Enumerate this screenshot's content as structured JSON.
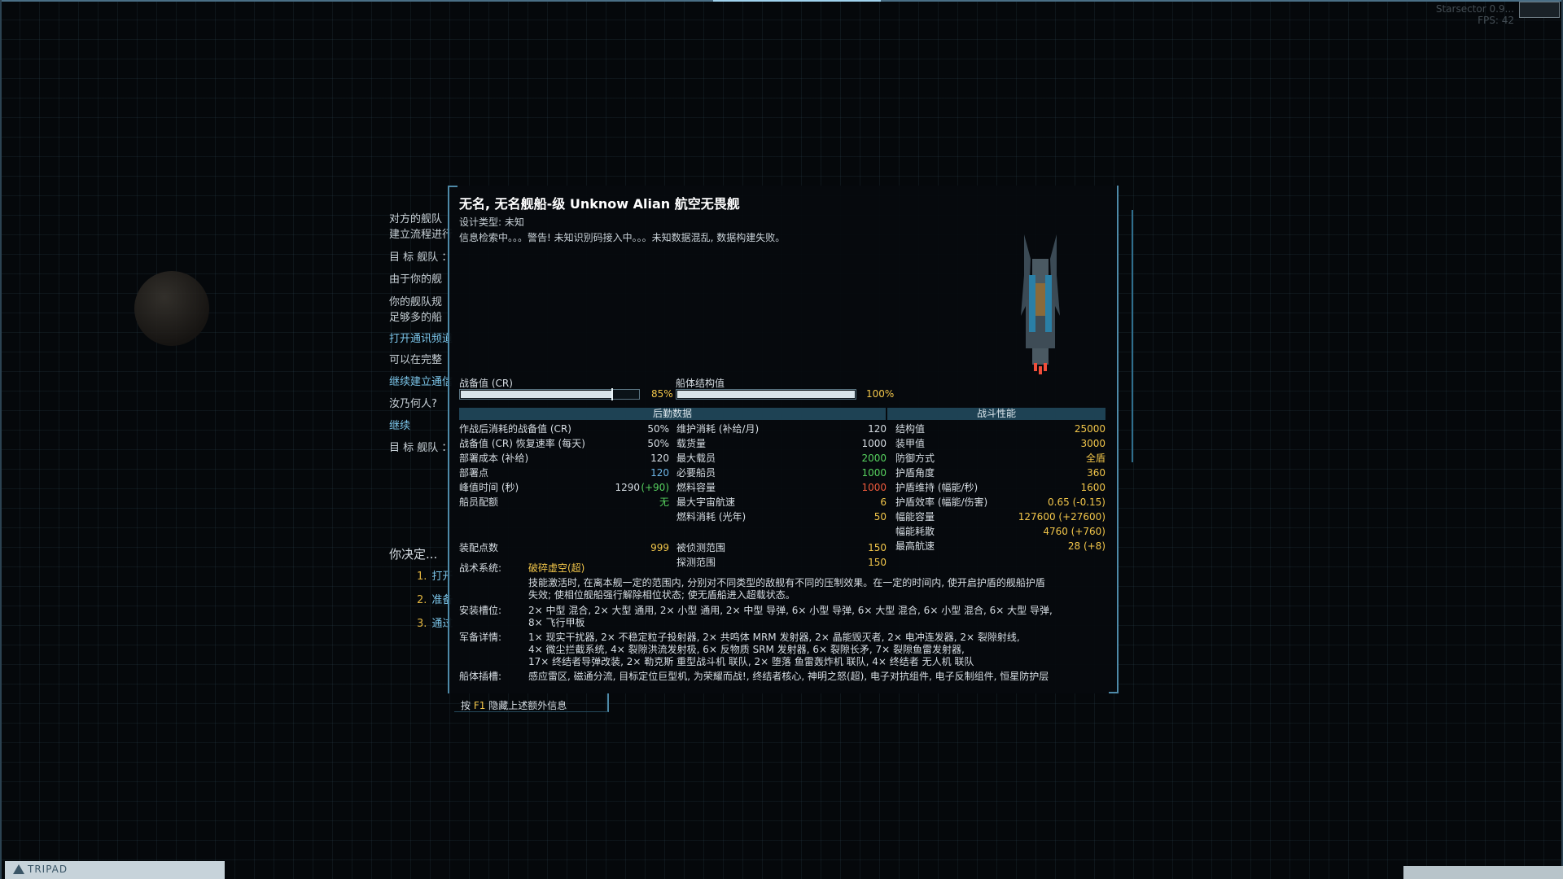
{
  "hud": {
    "fps_line1": "Starsector 0.9...",
    "fps_line2": "FPS: 42"
  },
  "dialog_lines": [
    "对方的舰队",
    "建立流程进行",
    "目 标 舰队 ：",
    "由于你的舰",
    "你的舰队规",
    "足够多的船",
    "打开通讯频道",
    "可以在完整",
    "继续建立通信",
    "汝乃何人?",
    "继续",
    "目 标 舰队 ："
  ],
  "decide": {
    "title": "你决定...",
    "options": [
      {
        "n": "1.",
        "label": "打开"
      },
      {
        "n": "2.",
        "label": "准备"
      },
      {
        "n": "3.",
        "label": "通过"
      }
    ]
  },
  "ship": {
    "title": "无名, 无名舰船-级 Unknow Alian 航空无畏舰",
    "design_type_label": "设计类型: 未知",
    "info_line": "信息检索中。。。警告! 未知识别码接入中。。。未知数据混乱, 数据构建失败。",
    "cr_label": "战备值 (CR)",
    "cr_value": 0.85,
    "cr_pct": "85%",
    "hull_label": "船体结构值",
    "hull_value": 1.0,
    "hull_pct": "100%"
  },
  "headers": {
    "logistics": "后勤数据",
    "combat": "战斗性能"
  },
  "col1": [
    {
      "k": "作战后消耗的战备值 (CR)",
      "v": "50%",
      "c": "w"
    },
    {
      "k": "战备值 (CR) 恢复速率 (每天)",
      "v": "50%",
      "c": "w"
    },
    {
      "k": "部署成本 (补给)",
      "v": "120",
      "c": "w"
    },
    {
      "k": "部署点",
      "v": "120",
      "c": "b"
    },
    {
      "k": "峰值时间 (秒)",
      "v": "1290",
      "v2": " (+90)",
      "c": "w"
    },
    {
      "k": "船员配额",
      "v": "无",
      "c": "g"
    }
  ],
  "col2": [
    {
      "k": "维护消耗 (补给/月)",
      "v": "120",
      "c": "w"
    },
    {
      "k": "载货量",
      "v": "1000",
      "c": "w"
    },
    {
      "k": "最大载员",
      "v": "2000",
      "c": "g"
    },
    {
      "k": "必要船员",
      "v": "1000",
      "c": "g"
    },
    {
      "k": "燃料容量",
      "v": "1000",
      "c": "r"
    },
    {
      "k": "最大宇宙航速",
      "v": "6",
      "c": "y"
    },
    {
      "k": "燃料消耗 (光年)",
      "v": "50",
      "c": "y"
    }
  ],
  "col3": [
    {
      "k": "结构值",
      "v": "25000",
      "c": "y"
    },
    {
      "k": "装甲值",
      "v": "3000",
      "c": "y"
    },
    {
      "k": "防御方式",
      "v": "全盾",
      "c": "y"
    },
    {
      "k": "护盾角度",
      "v": "360",
      "c": "y"
    },
    {
      "k": "护盾维持 (幅能/秒)",
      "v": "1600",
      "c": "y"
    },
    {
      "k": "护盾效率 (幅能/伤害)",
      "v": "0.65 (-0.15)",
      "c": "y"
    },
    {
      "k": "幅能容量",
      "v": "127600 (+27600)",
      "c": "y"
    },
    {
      "k": "幅能耗散",
      "v": "4760 (+760)",
      "c": "y"
    },
    {
      "k": "最高航速",
      "v": "28 (+8)",
      "c": "y"
    }
  ],
  "row_ordnance": {
    "k": "装配点数",
    "v": "999"
  },
  "row_sensors": [
    {
      "k": "被侦测范围",
      "v": "150"
    },
    {
      "k": "探测范围",
      "v": "150"
    }
  ],
  "details": {
    "tactical_label": "战术系统:",
    "tactical_name": "破碎虚空(超)",
    "tactical_desc1": "技能激活时, 在离本舰一定的范围内, 分别对不同类型的敌舰有不同的压制效果。在一定的时间内, 使开启护盾的舰船护盾",
    "tactical_desc2": "失效; 使相位舰船强行解除相位状态; 使无盾船进入超载状态。",
    "mounts_label": "安装槽位:",
    "mounts1": "2× 中型 混合, 2× 大型 通用, 2× 小型 通用, 2× 中型 导弹, 6× 小型 导弹, 6× 大型 混合, 6× 小型 混合, 6× 大型 导弹,",
    "mounts2": "8× 飞行甲板",
    "armament_label": "军备详情:",
    "armament1": "1× 现实干扰器, 2× 不稳定粒子投射器, 2× 共鸣体 MRM 发射器, 2× 晶能毁灭者, 2× 电冲连发器, 2× 裂隙射线,",
    "armament2": "4× 微尘拦截系统, 4× 裂隙洪流发射极, 6× 反物质 SRM 发射器, 6× 裂隙长矛, 7× 裂隙鱼雷发射器,",
    "armament3": "17× 终结者导弹改装, 2× 勒克斯 重型战斗机 联队, 2× 堕落 鱼雷轰炸机 联队, 4× 终结者 无人机 联队",
    "hullmods_label": "船体插槽:",
    "hullmods": "感应雷区, 磁通分流, 目标定位巨型机, 为荣耀而战!, 终结者核心, 神明之怒(超), 电子对抗组件, 电子反制组件, 恒星防护层"
  },
  "hint": {
    "prefix": "按 ",
    "key": "F1",
    "suffix": " 隐藏上述额外信息"
  },
  "tripad": {
    "label": "TRIPAD"
  }
}
